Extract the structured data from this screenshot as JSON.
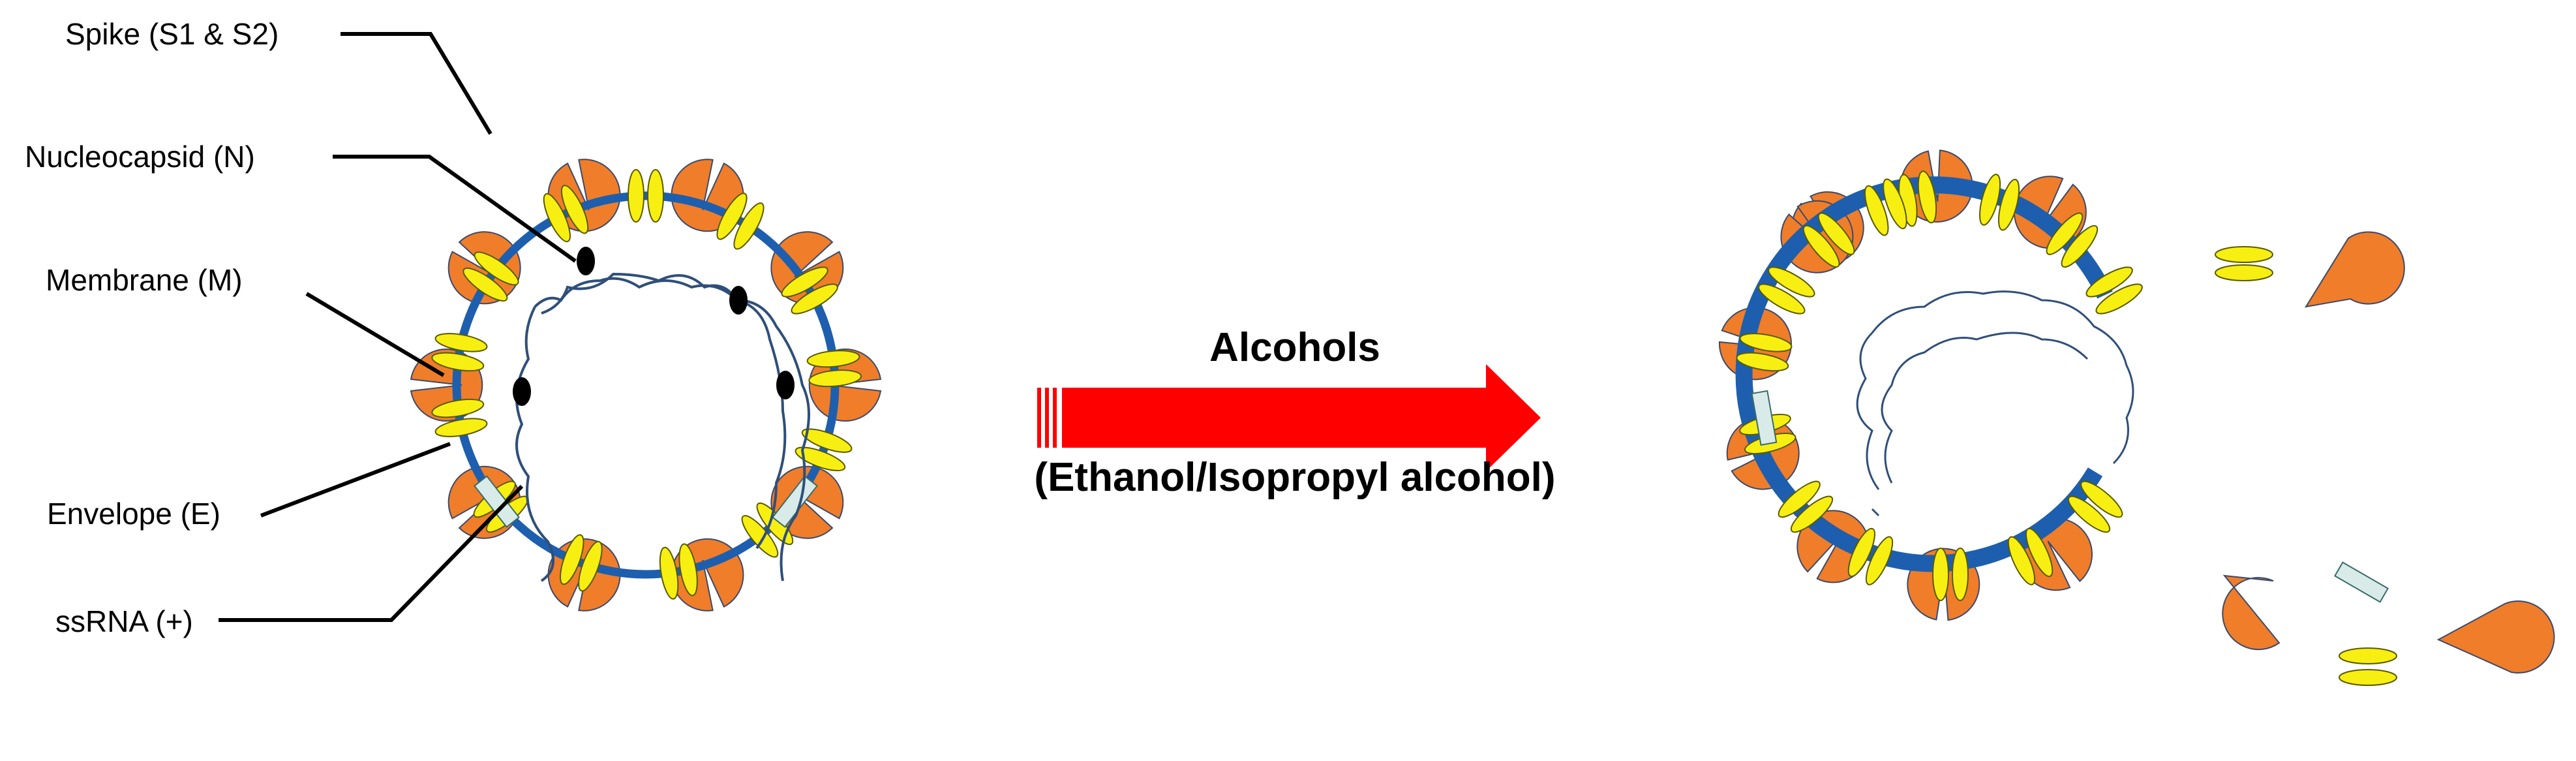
{
  "labels": {
    "spike": "Spike (S1 & S2)",
    "nucleocapsid": "Nucleocapsid (N)",
    "membrane": "Membrane (M)",
    "envelope": "Envelope (E)",
    "ssrna": "ssRNA (+)"
  },
  "arrow": {
    "title": "Alcohols",
    "subtitle": "(Ethanol/Isopropyl alcohol)"
  },
  "colors": {
    "spike": "#f07d2a",
    "spike_outline": "#3a4a6b",
    "membrane_ring": "#1d5fae",
    "membrane_protein": "#f7ef12",
    "envelope_protein": "#d8ebe8",
    "rna": "#2f4f7a",
    "arrow": "#ff0000"
  },
  "icons": [
    "spike-protein-icon",
    "membrane-protein-icon",
    "envelope-protein-icon",
    "nucleocapsid-icon",
    "rna-strand-icon"
  ]
}
